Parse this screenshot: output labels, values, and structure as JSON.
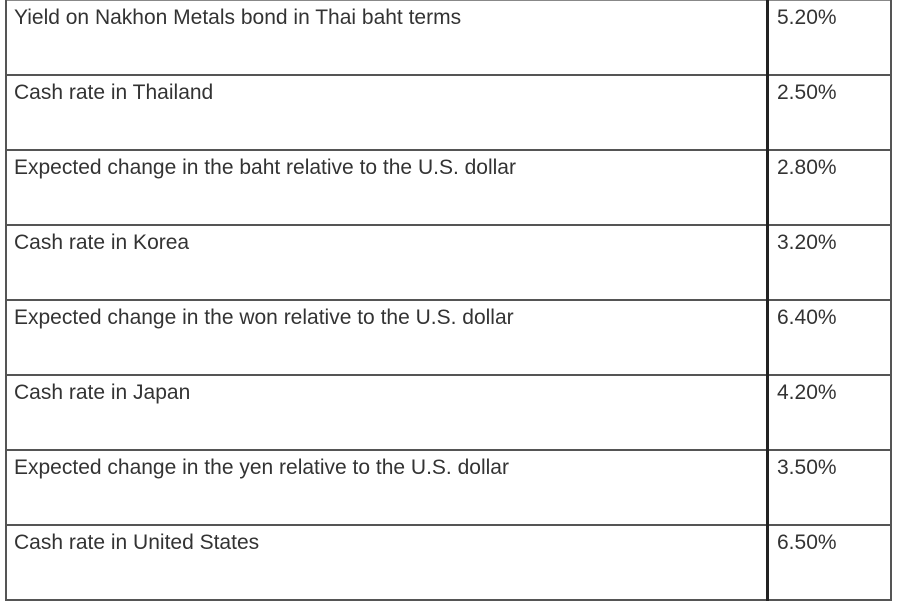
{
  "table": {
    "rows": [
      {
        "label": "Yield on Nakhon Metals bond in Thai baht terms",
        "value": "5.20%"
      },
      {
        "label": "Cash rate in Thailand",
        "value": "2.50%"
      },
      {
        "label": "Expected change in the baht relative to the U.S. dollar",
        "value": "2.80%"
      },
      {
        "label": "Cash rate in Korea",
        "value": "3.20%"
      },
      {
        "label": "Expected change in the won relative to the U.S. dollar",
        "value": "6.40%"
      },
      {
        "label": "Cash rate in Japan",
        "value": "4.20%"
      },
      {
        "label": "Expected change in the yen relative to the U.S. dollar",
        "value": "3.50%"
      },
      {
        "label": "Cash rate in United States",
        "value": "6.50%"
      }
    ]
  }
}
